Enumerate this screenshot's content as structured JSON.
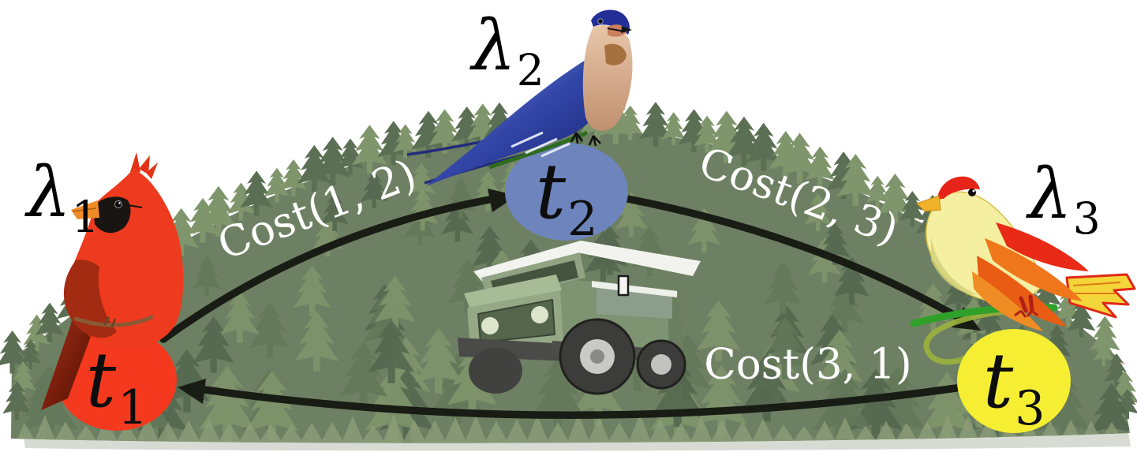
{
  "diagram": {
    "nodes": [
      {
        "name": "t1",
        "symbol": "t",
        "subscript": "1",
        "color": "#f5391f"
      },
      {
        "name": "t2",
        "symbol": "t",
        "subscript": "2",
        "color": "#6d84bc"
      },
      {
        "name": "t3",
        "symbol": "t",
        "subscript": "3",
        "color": "#f6ee33"
      }
    ],
    "edge_labels": [
      {
        "name": "cost-1-2",
        "text": "Cost(1, 2)"
      },
      {
        "name": "cost-2-3",
        "text": "Cost(2, 3)"
      },
      {
        "name": "cost-3-1",
        "text": "Cost(3, 1)"
      }
    ],
    "lambda_labels": [
      {
        "name": "lambda-1",
        "symbol": "λ",
        "subscript": "1"
      },
      {
        "name": "lambda-2",
        "symbol": "λ",
        "subscript": "2"
      },
      {
        "name": "lambda-3",
        "symbol": "λ",
        "subscript": "3"
      }
    ],
    "icons": {
      "background": "pine-forest-hill",
      "vehicle": "green-offroad-truck",
      "bird_1": "red-cardinal-bird",
      "bird_2": "blue-barn-swallow-bird",
      "bird_3": "yellow-tanager-bird"
    },
    "colors": {
      "node_t1": "#f5391f",
      "node_t2": "#6d84bc",
      "node_t3": "#f6ee33",
      "edge": "#191c14",
      "edge_label_text": "#ffffff",
      "lambda_text": "#000000",
      "hill_base": "#6e8063",
      "tree_dark": "#546850",
      "tree_light": "#7f956b",
      "ground_shadow": "#d8dbd3"
    }
  }
}
